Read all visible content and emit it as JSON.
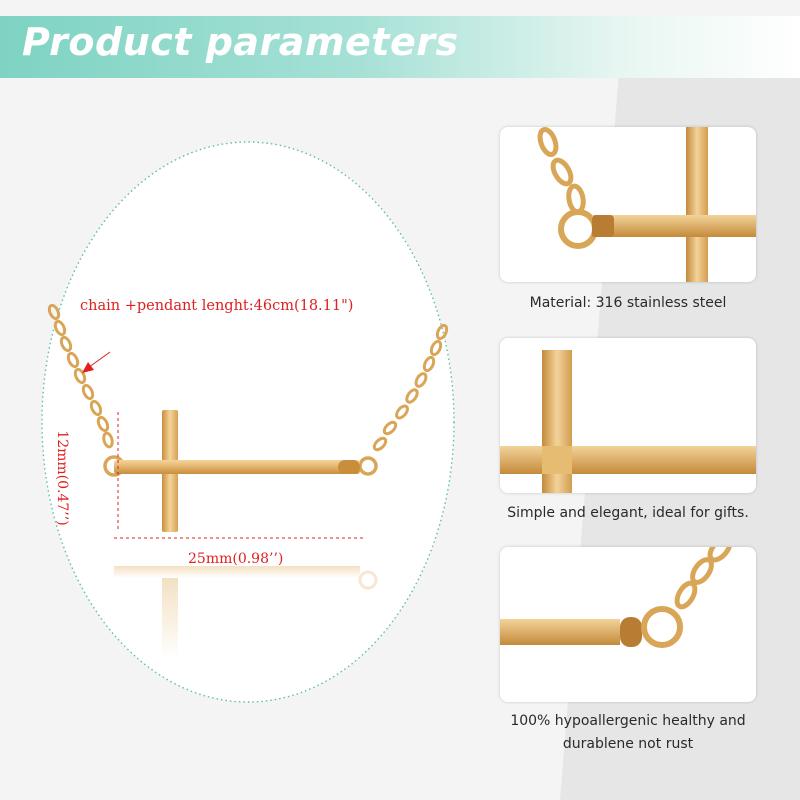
{
  "header": {
    "title": "Product parameters",
    "accent_color": "#7ed3c3"
  },
  "main_photo": {
    "dimension_chain": "chain +pendant lenght:46cm(18.11\")",
    "dimension_width": "25mm(0.98’’)",
    "dimension_height": "12mm(0.47’’)",
    "annotation_color": "#e02020",
    "metal_color": "#e2b36a"
  },
  "features": [
    {
      "caption": "Material: 316 stainless steel"
    },
    {
      "caption": "Simple and elegant, ideal for gifts."
    },
    {
      "caption": "100% hypoallergenic healthy and durablene not rust"
    }
  ]
}
